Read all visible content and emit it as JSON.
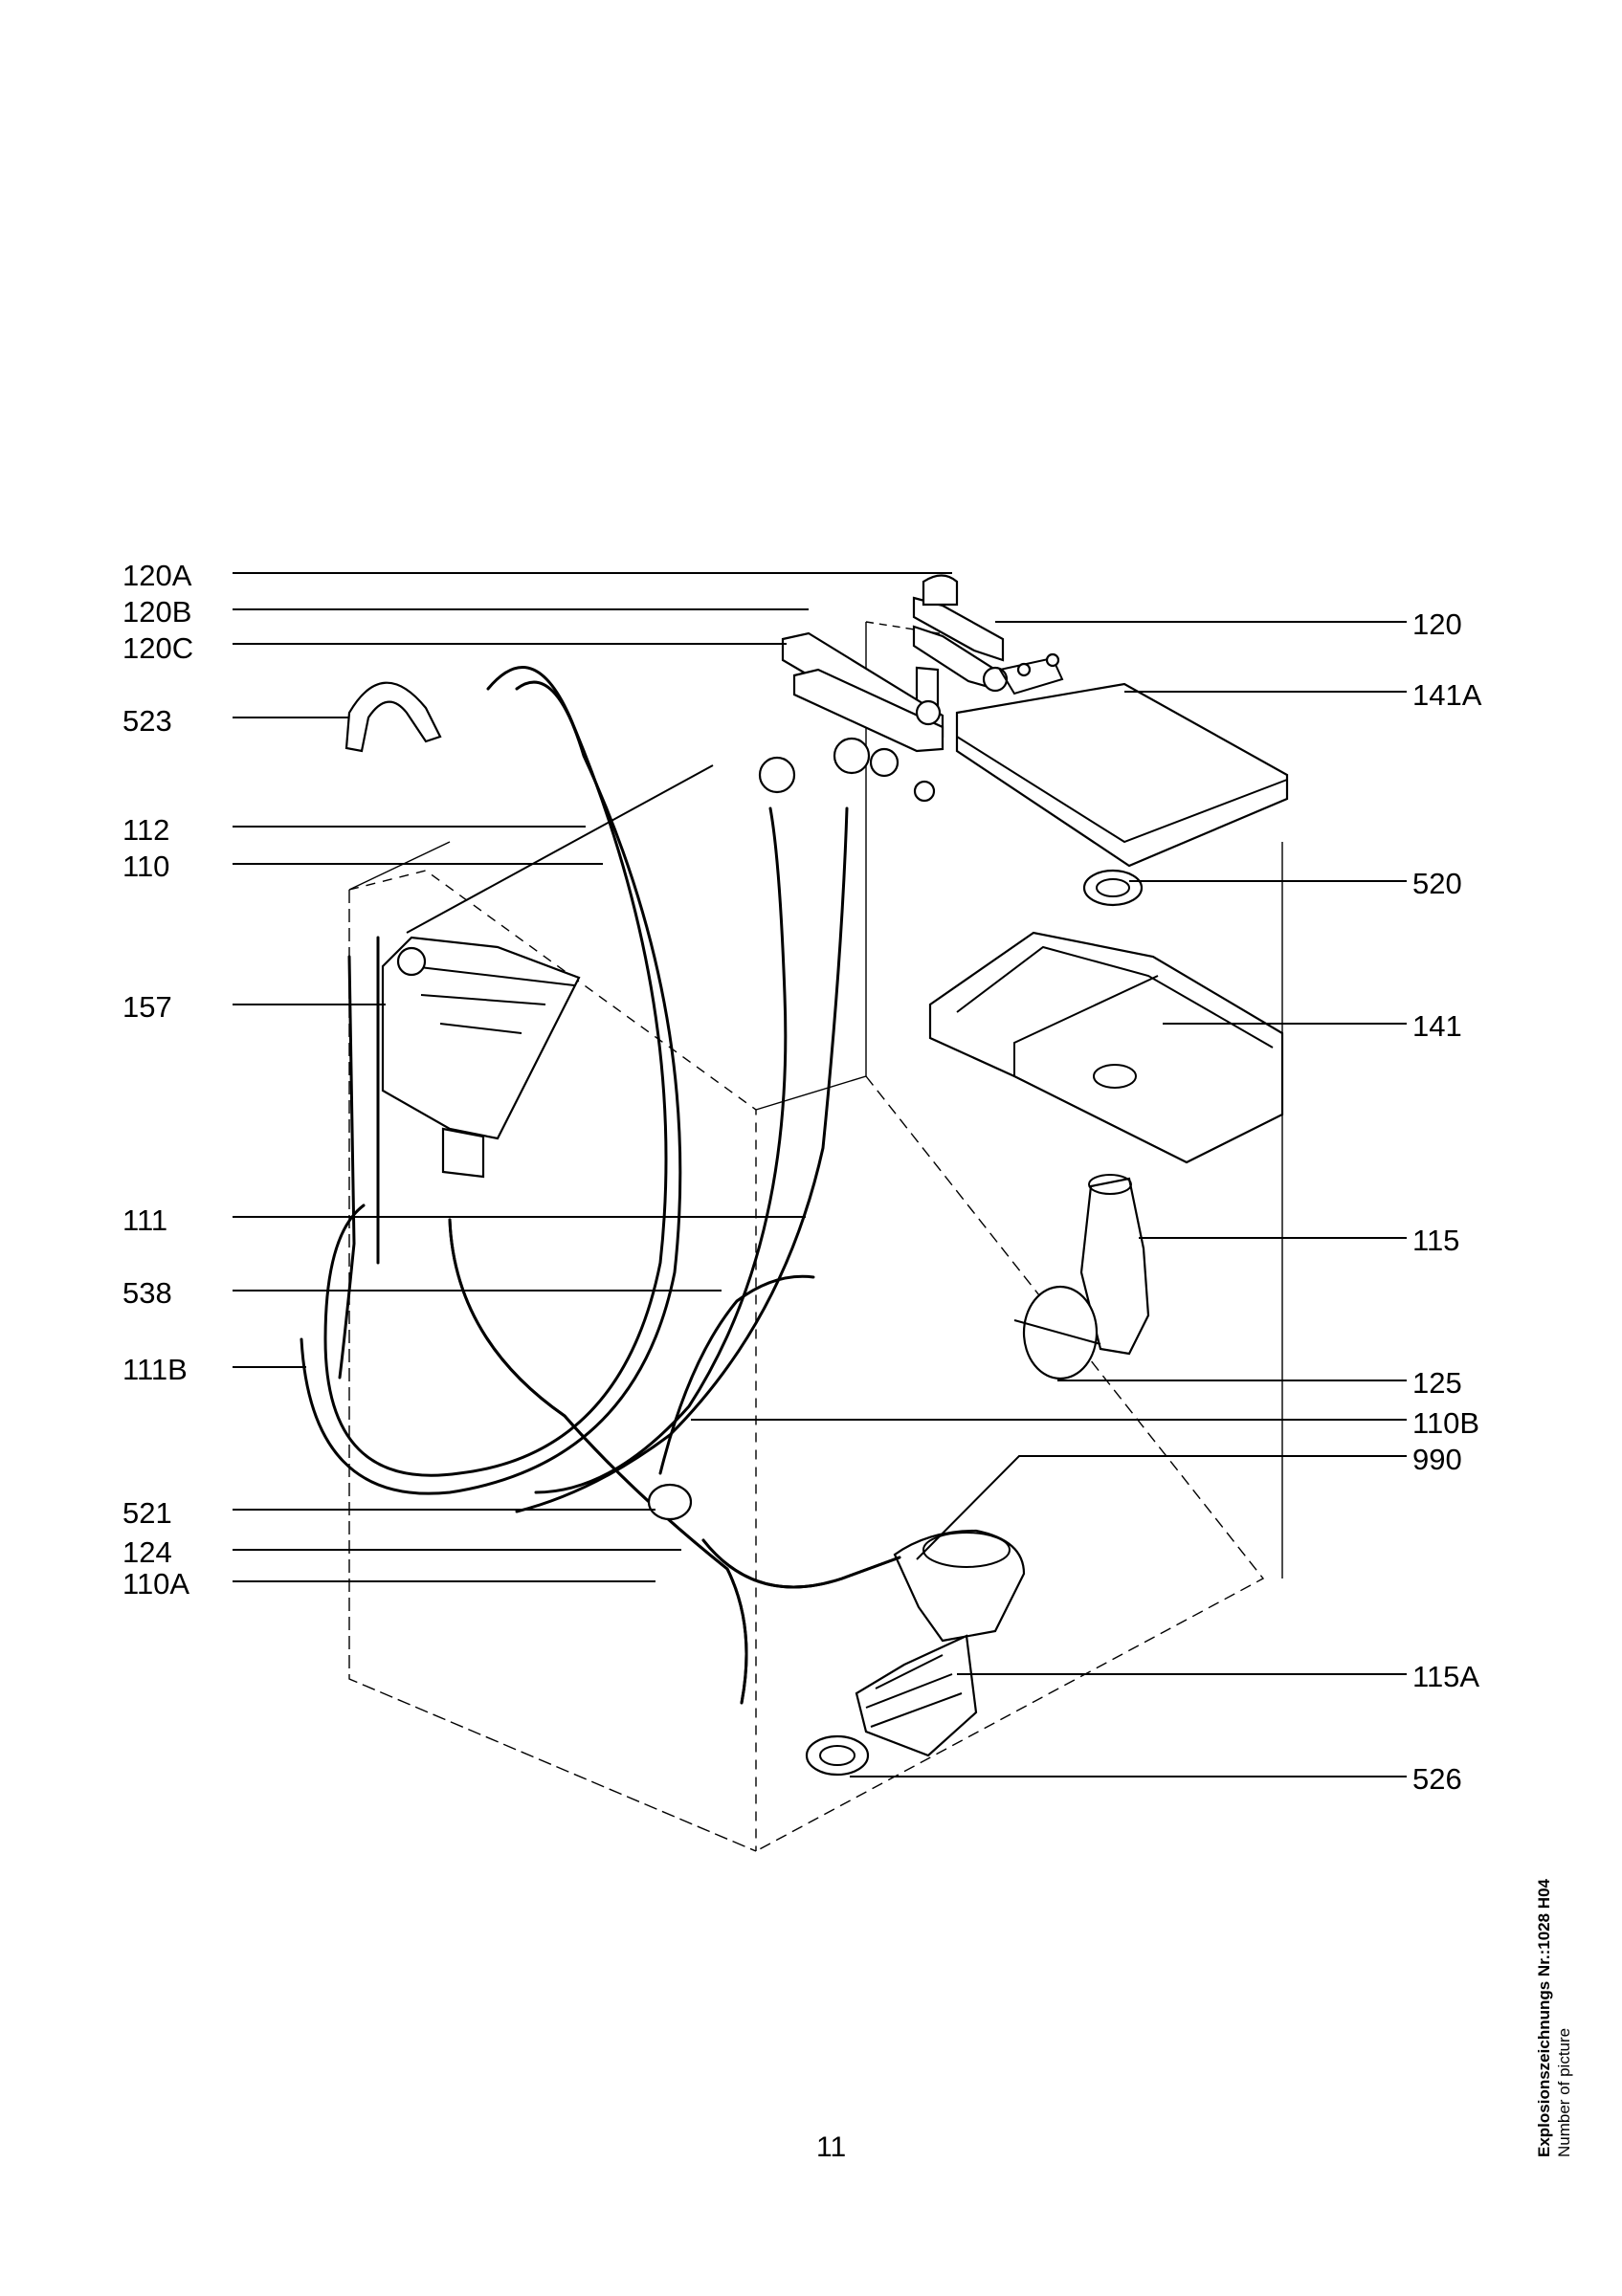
{
  "labels_left": [
    {
      "key": "120A",
      "text": "120A"
    },
    {
      "key": "120B",
      "text": "120B"
    },
    {
      "key": "120C",
      "text": "120C"
    },
    {
      "key": "523",
      "text": "523"
    },
    {
      "key": "112",
      "text": "112"
    },
    {
      "key": "110",
      "text": "110"
    },
    {
      "key": "157",
      "text": "157"
    },
    {
      "key": "111",
      "text": "111"
    },
    {
      "key": "538",
      "text": "538"
    },
    {
      "key": "111B",
      "text": "111B"
    },
    {
      "key": "521",
      "text": "521"
    },
    {
      "key": "124",
      "text": "124"
    },
    {
      "key": "110A",
      "text": "110A"
    }
  ],
  "labels_right": [
    {
      "key": "120",
      "text": "120"
    },
    {
      "key": "141A",
      "text": "141A"
    },
    {
      "key": "520",
      "text": "520"
    },
    {
      "key": "141",
      "text": "141"
    },
    {
      "key": "115",
      "text": "115"
    },
    {
      "key": "125",
      "text": "125"
    },
    {
      "key": "110B",
      "text": "110B"
    },
    {
      "key": "990",
      "text": "990"
    },
    {
      "key": "115A",
      "text": "115A"
    },
    {
      "key": "526",
      "text": "526"
    }
  ],
  "page_number": "11",
  "side_note": {
    "drawing_no": "Explosionszeichnungs Nr.:1028 H04",
    "caption": "Number of picture"
  }
}
